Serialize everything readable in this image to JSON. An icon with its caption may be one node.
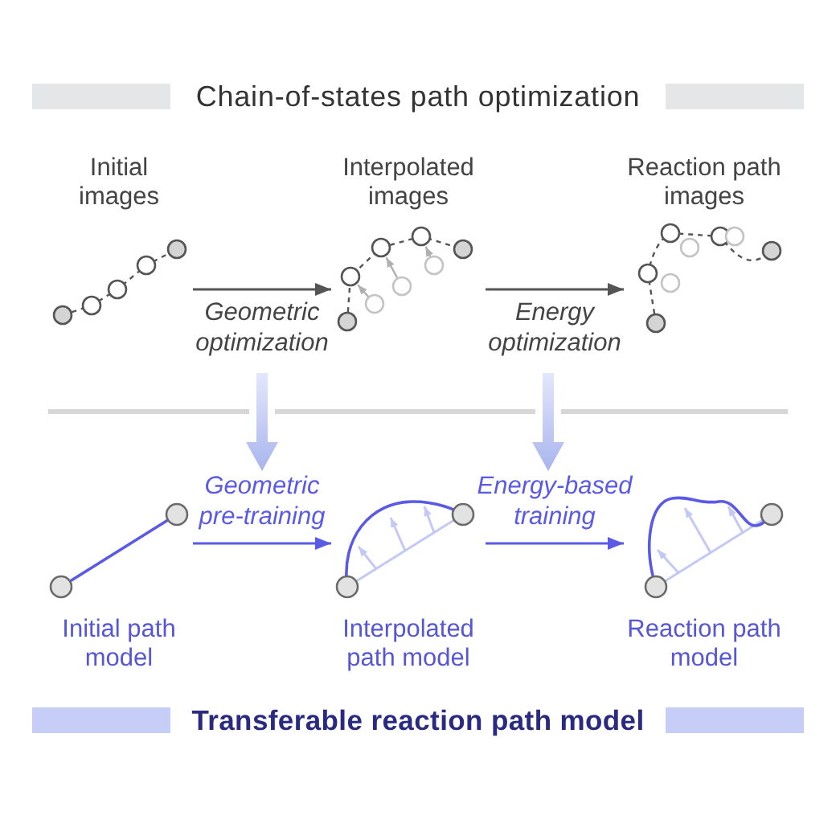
{
  "diagram": {
    "nodes": [
      {
        "text": [
          "Initial images"
        ]
      },
      {
        "text": [
          "Interpolated images"
        ]
      },
      {
        "text": [
          "Reaction path images"
        ]
      },
      {
        "text": [
          "Initial path model"
        ]
      },
      {
        "text": [
          "Interpolated path model"
        ]
      },
      {
        "text": [
          "Reaction path model"
        ]
      }
    ],
    "edges": [
      {
        "from": 0,
        "to": 1,
        "arrow": "to",
        "label": "Geometric optimization"
      },
      {
        "from": 1,
        "to": 2,
        "arrow": "to",
        "label": "Energy optimization"
      },
      {
        "from": 3,
        "to": 4,
        "arrow": "to",
        "label": "Geometric pre-training",
        "color": "#5a5ae6"
      },
      {
        "from": 4,
        "to": 5,
        "arrow": "to",
        "label": "Energy-based training",
        "color": "#5a5ae6"
      }
    ],
    "labels": [
      "Chain-of-states path optimization",
      "Transferable reaction path model"
    ]
  }
}
